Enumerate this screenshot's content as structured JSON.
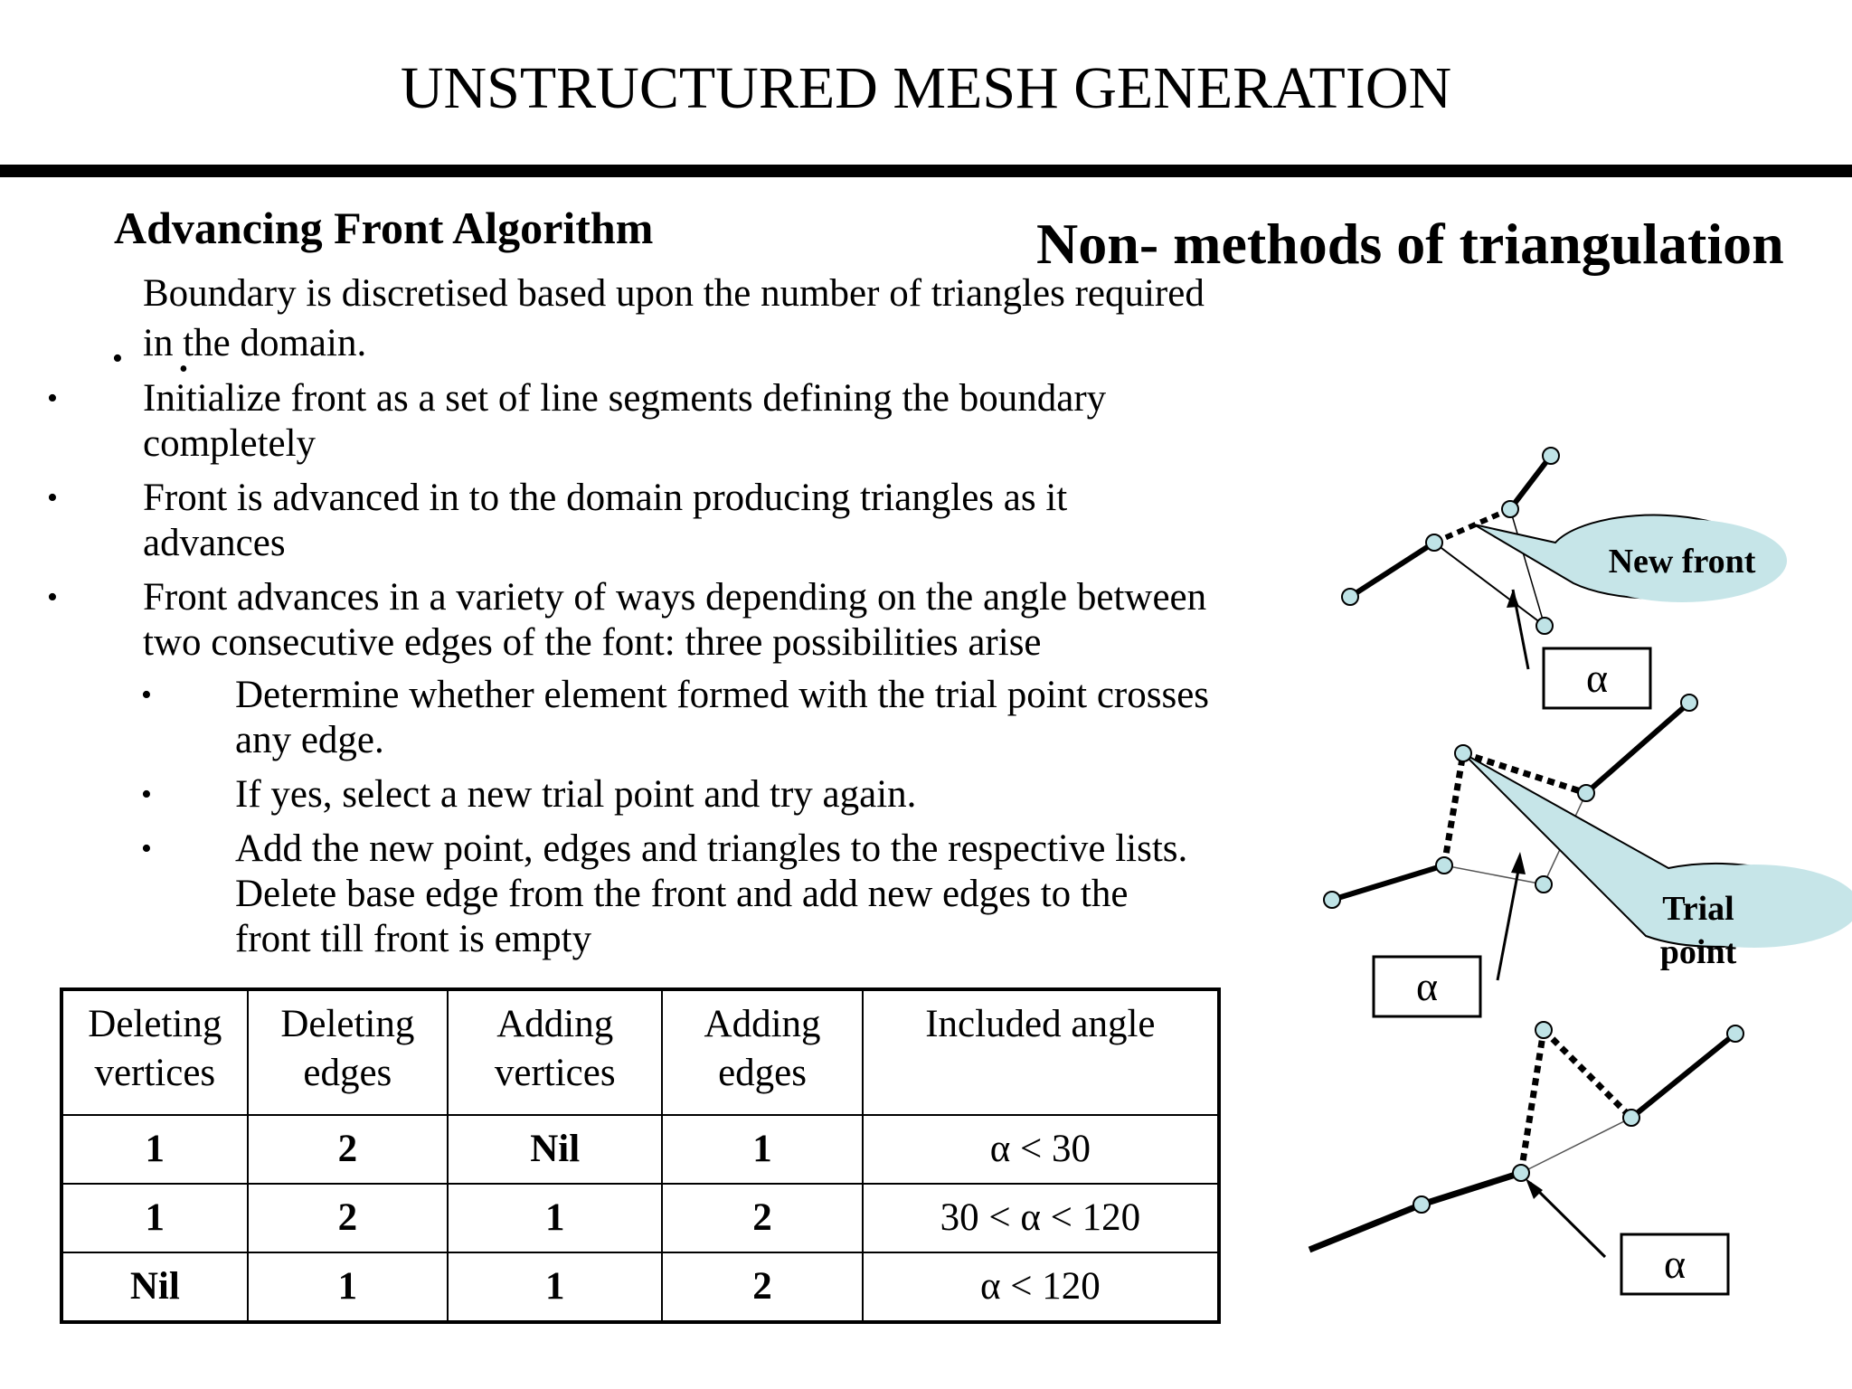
{
  "title": "UNSTRUCTURED MESH GENERATION",
  "section_heading": "Advancing Front Algorithm",
  "side_heading": "Non- methods of triangulation",
  "intro": {
    "line1": "Boundary is discretised based upon the number of triangles required",
    "line2": "in the domain."
  },
  "bullets": [
    {
      "line1": "Initialize front as a set of line segments defining the boundary",
      "line2": "completely"
    },
    {
      "line1": "Front is advanced in to the domain producing triangles as it",
      "line2": "advances"
    },
    {
      "line1": "Front advances in a variety of ways depending on the angle between",
      "line2": "two consecutive edges of the font: three possibilities arise"
    }
  ],
  "sub_bullets": [
    {
      "line1": "Determine whether element formed with the trial point crosses",
      "line2": "any edge."
    },
    {
      "line1": "If yes, select a new trial point and try again."
    },
    {
      "line1": "Add the new point, edges and triangles to the respective lists.",
      "line2": "Delete base edge from the front and add new edges to the",
      "line3": "front till front is empty"
    }
  ],
  "table": {
    "headers": [
      {
        "l1": "Deleting",
        "l2": "vertices"
      },
      {
        "l1": "Deleting",
        "l2": "edges"
      },
      {
        "l1": "Adding",
        "l2": "vertices"
      },
      {
        "l1": "Adding",
        "l2": "edges"
      },
      {
        "l1": "Included angle",
        "l2": ""
      }
    ],
    "rows": [
      [
        "1",
        "2",
        "Nil",
        "1",
        "α < 30"
      ],
      [
        "1",
        "2",
        "1",
        "2",
        "30 < α < 120"
      ],
      [
        "Nil",
        "1",
        "1",
        "2",
        "α < 120"
      ]
    ]
  },
  "diagram": {
    "callout_new_front": "New front",
    "callout_trial_l1": "Trial",
    "callout_trial_l2": "point",
    "alpha": "α",
    "node_fill": "#bfe3e6",
    "callout_fill": "#c6e5e8"
  }
}
